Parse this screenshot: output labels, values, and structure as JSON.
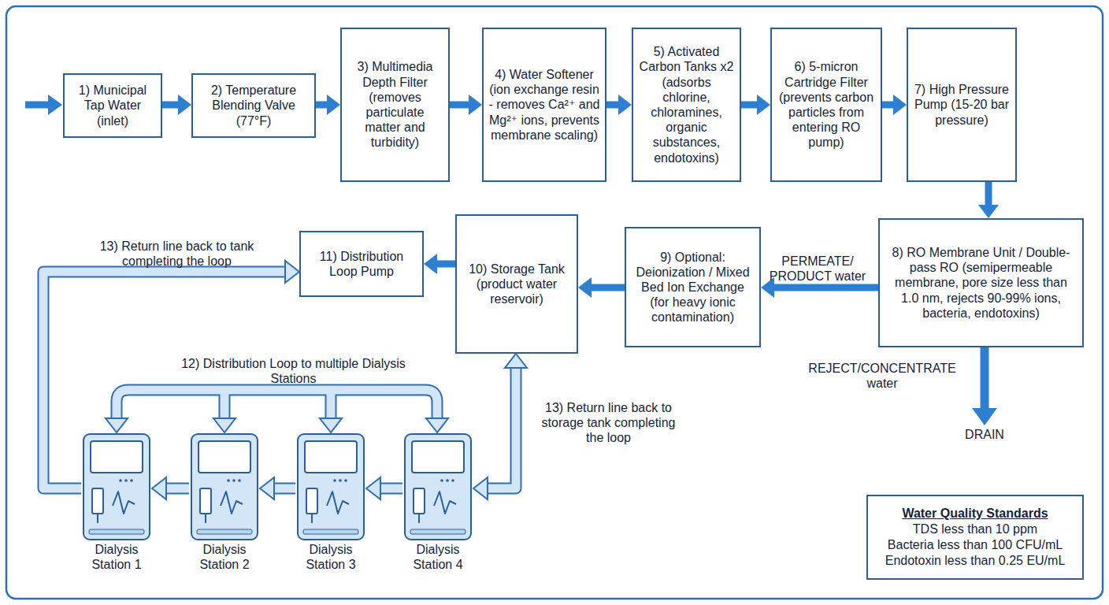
{
  "diagram": {
    "nodes": [
      {
        "text": [
          "1) Municipal Tap Water (inlet)"
        ]
      },
      {
        "text": [
          "2) Temperature Blending Valve (77°F)"
        ]
      },
      {
        "text": [
          "3) Multimedia Depth Filter (removes particulate matter and turbidity)"
        ]
      },
      {
        "text": [
          "4) Water Softener (ion exchange resin - removes Ca²⁺ and Mg²⁺ ions, prevents membrane scaling)"
        ]
      },
      {
        "text": [
          "5) Activated Carbon Tanks x2 (adsorbs chlorine, chloramines, organic substances, endotoxins)"
        ]
      },
      {
        "text": [
          "6) 5-micron Cartridge Filter (prevents carbon particles from entering RO pump)"
        ]
      },
      {
        "text": [
          "7) High Pressure Pump (15-20 bar pressure)"
        ]
      },
      {
        "text": [
          "8) RO Membrane Unit / Double-pass RO (semipermeable membrane, pore size less than 1.0 nm, rejects 90-99% ions, bacteria, endotoxins)"
        ]
      },
      {
        "text": [
          "9) Optional: Deionization / Mixed Bed Ion Exchange (for heavy ionic contamination)"
        ]
      },
      {
        "text": [
          "10) Storage Tank (product water reservoir)"
        ]
      },
      {
        "text": [
          "11) Distribution Loop Pump"
        ]
      },
      {
        "text": [
          "Dialysis Station 1"
        ]
      },
      {
        "text": [
          "Dialysis Station 2"
        ]
      },
      {
        "text": [
          "Dialysis Station 3"
        ]
      },
      {
        "text": [
          "Dialysis Station 4"
        ]
      },
      {
        "text": [
          "Water Quality Standards",
          "TDS less than 10 ppm",
          "Bacteria less than 100 CFU/mL",
          "Endotoxin less than 0.25 EU/mL"
        ]
      }
    ],
    "edges": [
      {
        "from": 0,
        "to": 1,
        "arrow": "to"
      },
      {
        "from": 1,
        "to": 2,
        "arrow": "to"
      },
      {
        "from": 2,
        "to": 3,
        "arrow": "to"
      },
      {
        "from": 3,
        "to": 4,
        "arrow": "to"
      },
      {
        "from": 4,
        "to": 5,
        "arrow": "to"
      },
      {
        "from": 5,
        "to": 6,
        "arrow": "to"
      },
      {
        "from": 6,
        "to": 7,
        "arrow": "to"
      },
      {
        "from": 7,
        "to": 8,
        "label": "PERMEATE/ PRODUCT water",
        "arrow": "to"
      },
      {
        "from": 8,
        "to": 9,
        "arrow": "to"
      },
      {
        "from": 9,
        "to": 10,
        "arrow": "to"
      },
      {
        "from": 14,
        "to": 13,
        "arrow": "to"
      },
      {
        "from": 13,
        "to": 12,
        "arrow": "to"
      },
      {
        "from": 12,
        "to": 11,
        "arrow": "to"
      },
      {
        "from": 11,
        "to": 10,
        "label": "13) Return line back to tank completing the loop",
        "arrow": "to"
      },
      {
        "from": 14,
        "to": 9,
        "label": "13) Return line back to storage tank completing the loop",
        "arrow": "both"
      }
    ],
    "labels": [
      "12) Distribution Loop to multiple Dialysis Stations",
      "REJECT/CONCENTRATE water",
      "DRAIN"
    ]
  }
}
